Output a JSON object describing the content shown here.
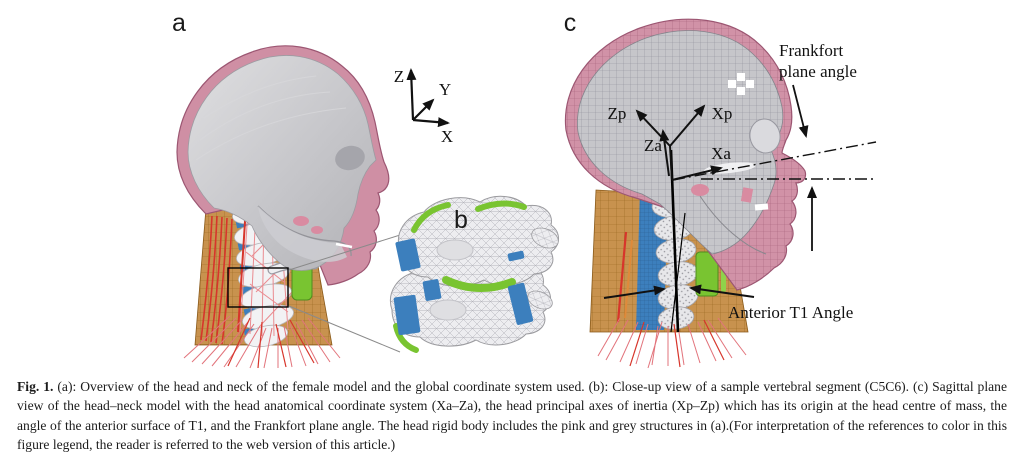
{
  "figure": {
    "panels": {
      "a": "a",
      "b": "b",
      "c": "c"
    },
    "global_axes": {
      "z": "Z",
      "y": "Y",
      "x": "X"
    },
    "head_axes": {
      "zp": "Zp",
      "xp": "Xp",
      "za": "Za",
      "xa": "Xa"
    },
    "annotations": {
      "frankfort_line1": "Frankfort",
      "frankfort_line2": "plane angle",
      "anterior_t1_angle": "Anterior T1 Angle"
    },
    "colors": {
      "scalp_pink": "#cf8fa4",
      "skull_grey": "#c5c5c9",
      "skin_tan": "#c8924e",
      "disc_blue": "#3c7fbd",
      "cartilage_green": "#79c431",
      "muscle_red": "#d7352b"
    }
  },
  "caption": {
    "label": "Fig. 1.",
    "body": " (a): Overview of the head and neck of the female model and the global coordinate system used. (b): Close-up view of a sample vertebral segment (C5C6). (c) Sagittal plane view of the head–neck model with the head anatomical coordinate system (Xa–Za), the head principal axes of inertia (Xp–Zp) which has its origin at the head centre of mass, the angle of the anterior surface of T1, and the Frankfort plane angle. The head rigid body includes the pink and grey structures in (a).(For interpretation of the references to color in this figure legend, the reader is referred to the web version of this article.)"
  }
}
